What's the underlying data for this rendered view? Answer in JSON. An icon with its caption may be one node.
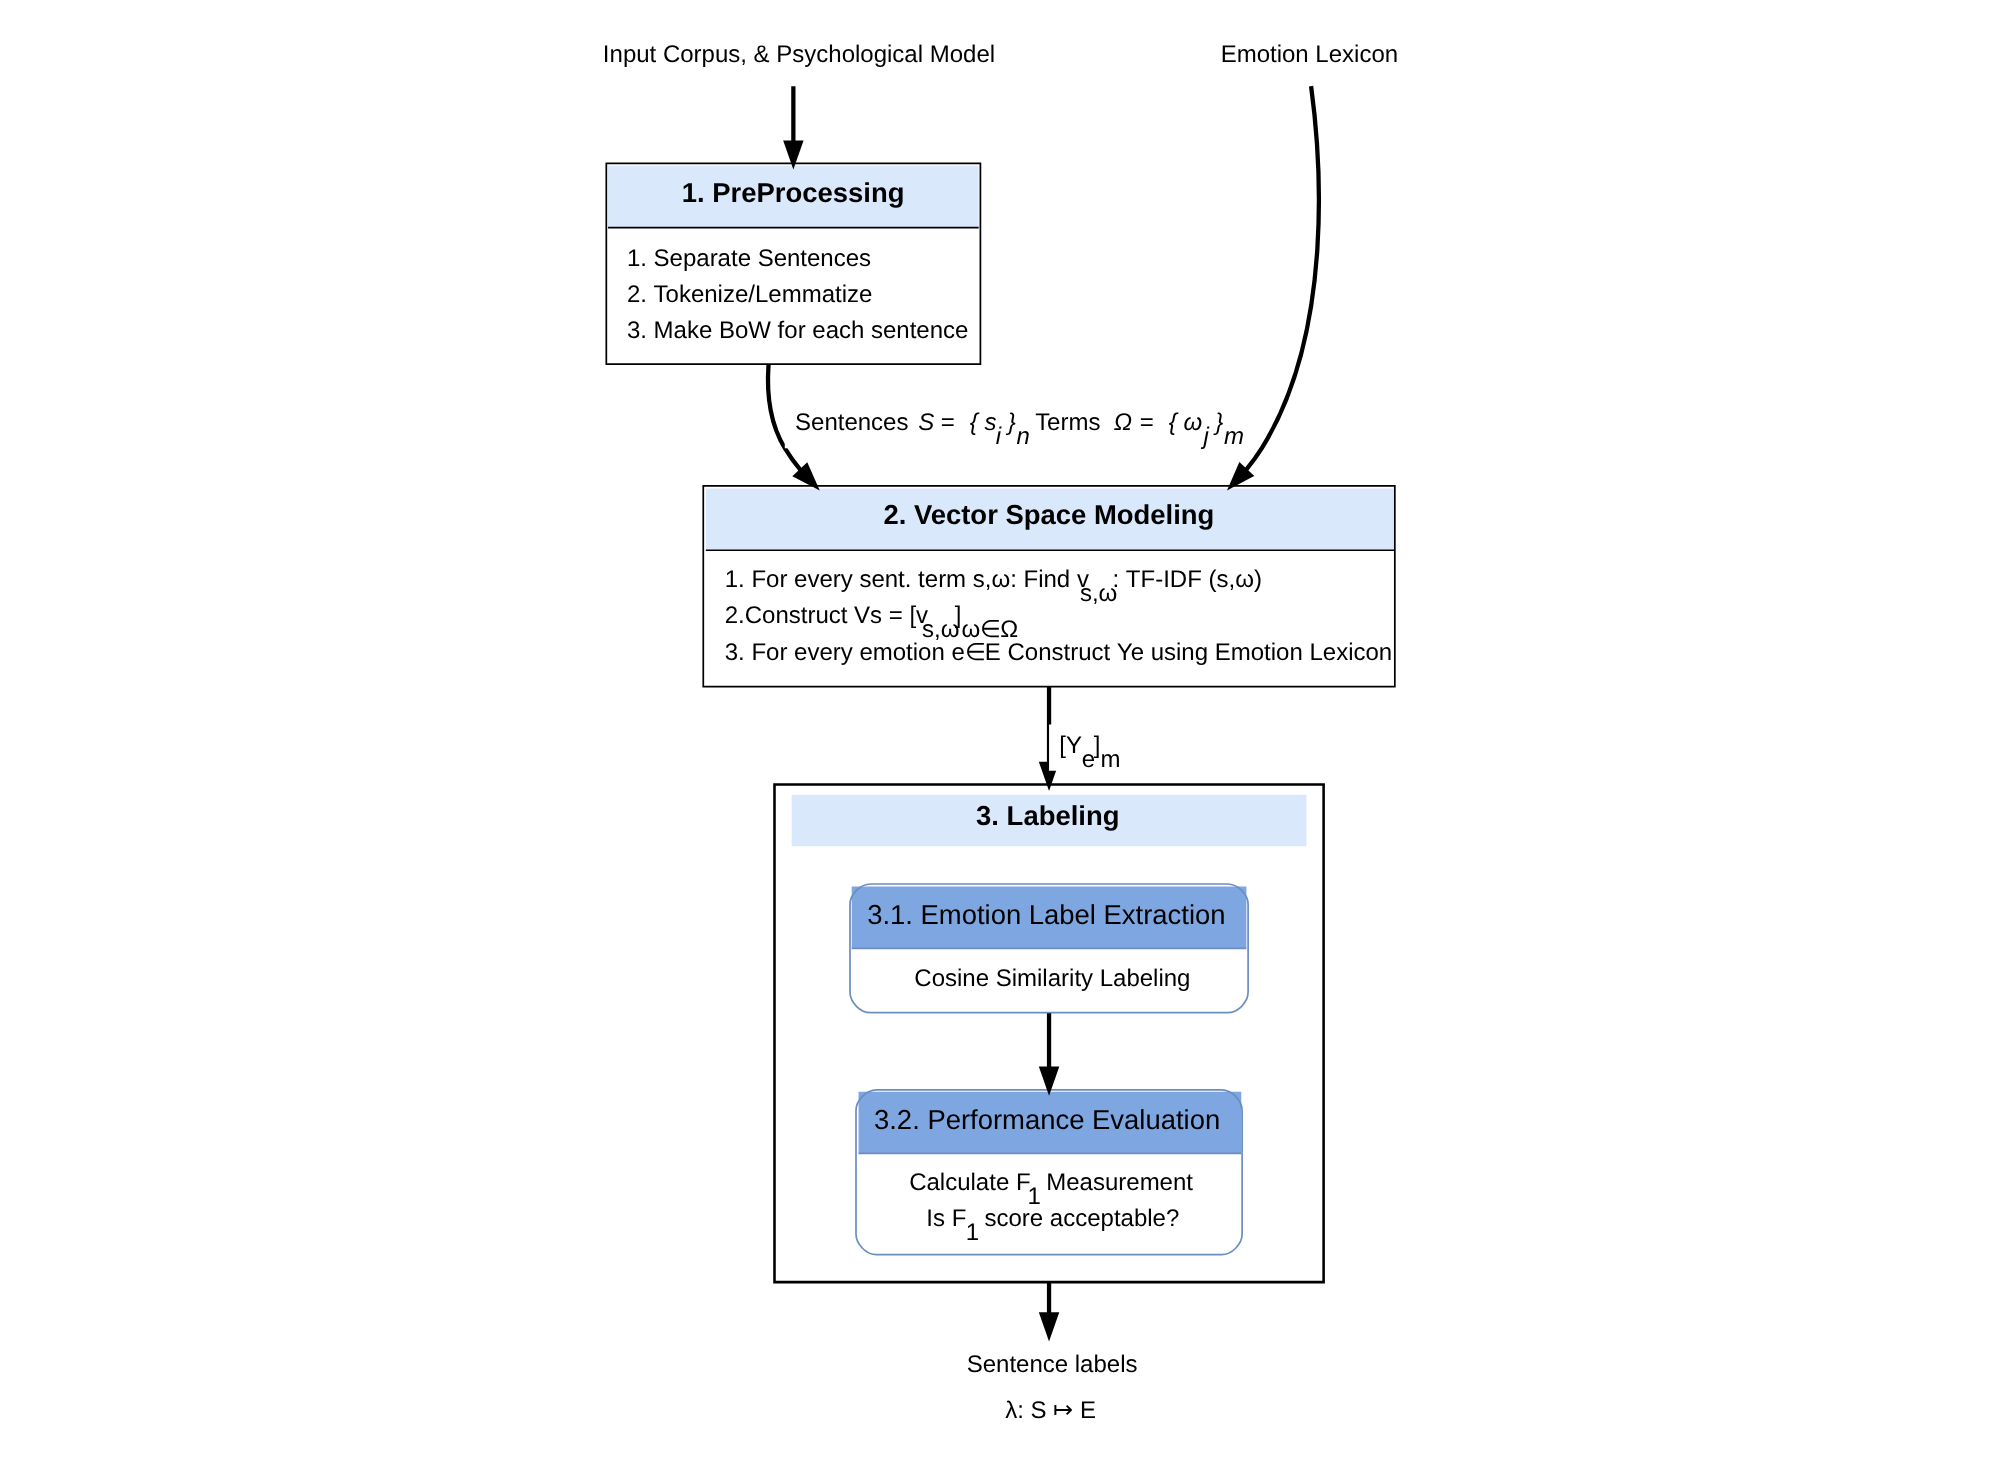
{
  "diagram": {
    "nodes": [
      {
        "text": [
          "Input Corpus, & Psychological Model"
        ]
      },
      {
        "text": [
          "Emotion Lexicon"
        ]
      },
      {
        "text": [
          "1. PreProcessing",
          "1. Separate Sentences",
          "2. Tokenize/Lemmatize",
          "3. Make BoW for each sentence"
        ]
      },
      {
        "text": [
          "2. Vector Space Modeling",
          "1. For every sent. term s,ω: Find v$_{s,ω}$: TF-IDF (s,ω)",
          "2.Construct Vs = [v$_{s,ω}$]$_{ω∈Ω}$",
          "3. For every emotion e∈E Construct Ye using Emotion Lexicon"
        ]
      },
      {
        "text": [
          "3. Labeling"
        ]
      },
      {
        "text": [
          "3.1. Emotion Label Extraction",
          "Cosine Similarity Labeling"
        ],
        "in": 4
      },
      {
        "text": [
          "3.2. Performance Evaluation",
          "Calculate F$_{1}$ Measurement",
          "Is F$_{1}$ score acceptable?"
        ],
        "in": 4
      },
      {
        "text": [
          "Sentence labels",
          "λ: S ↦ E"
        ]
      }
    ],
    "edges": [
      {
        "from": 0,
        "to": 2,
        "arrow": "to"
      },
      {
        "from": 2,
        "to": 3,
        "arrow": "to",
        "label": "Sentences *S* = *{ s$_{i}$ }$_{n}$* Terms *Ω* = *{ ω$_{j}$ }$_{m}$*"
      },
      {
        "from": 1,
        "to": 3,
        "arrow": "to"
      },
      {
        "from": 3,
        "to": 4,
        "arrow": "to",
        "label": "[Y$_{e}$]$_{m}$"
      },
      {
        "from": 5,
        "to": 6,
        "arrow": "to"
      },
      {
        "from": 4,
        "to": 7,
        "arrow": "to"
      }
    ]
  }
}
